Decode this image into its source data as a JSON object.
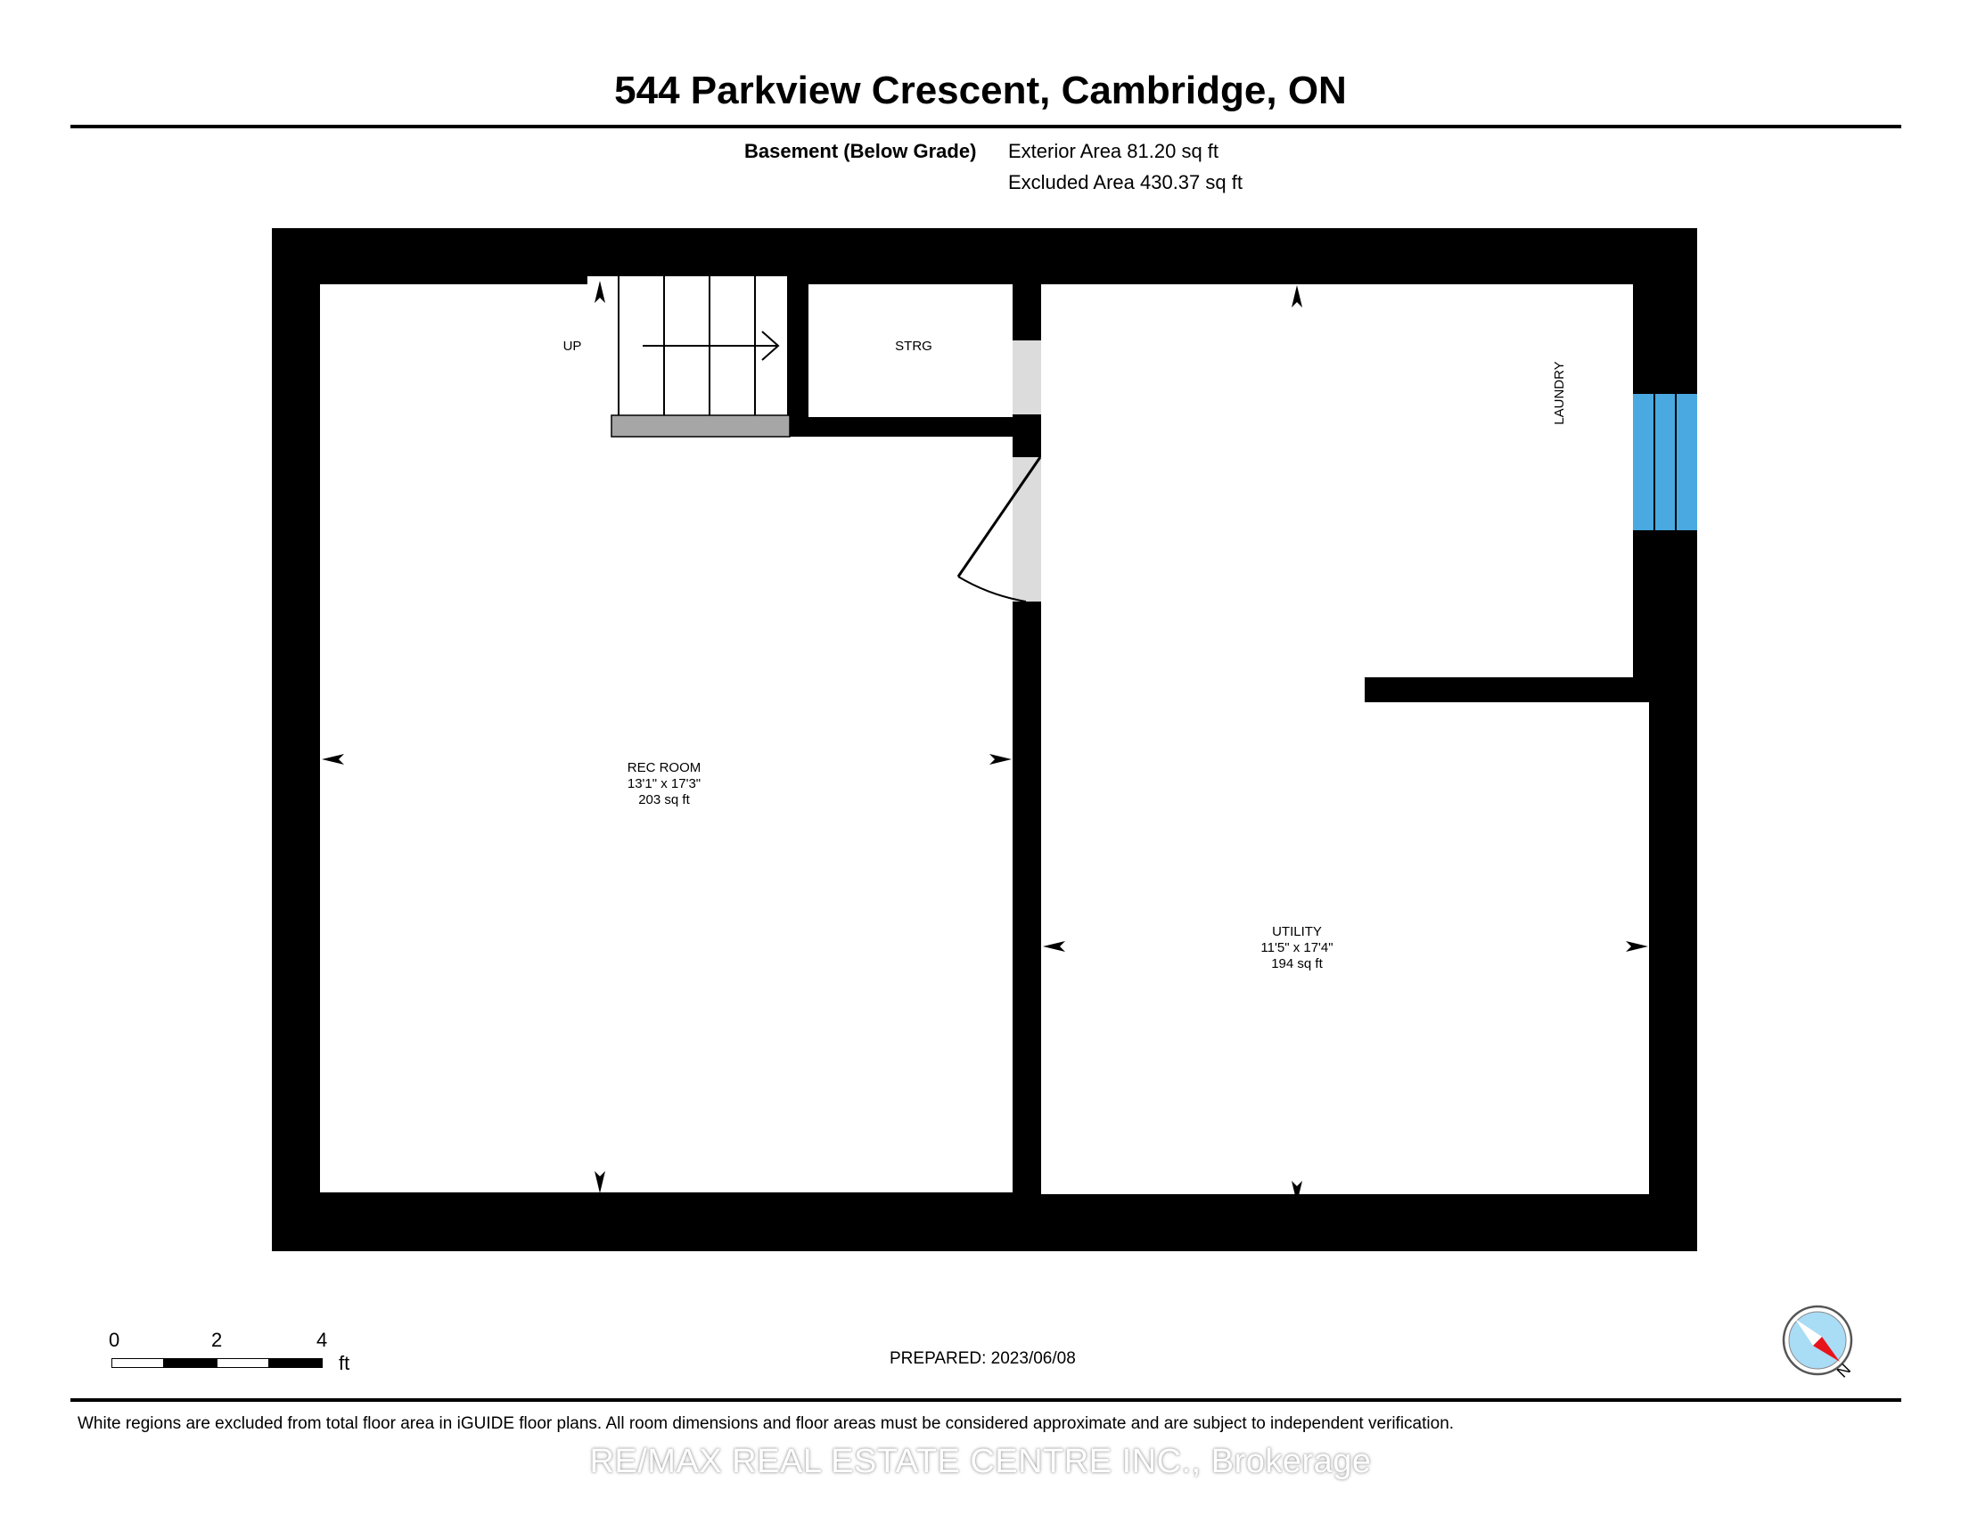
{
  "header": {
    "title": "544 Parkview Crescent, Cambridge, ON",
    "level_label": "Basement (Below Grade)",
    "exterior_area": "Exterior Area 81.20 sq ft",
    "excluded_area": "Excluded Area 430.37 sq ft"
  },
  "floorplan": {
    "stairs_label": "UP",
    "rooms": [
      {
        "name": "REC ROOM",
        "dimensions": "13'1\" x 17'3\"",
        "area": "203 sq ft"
      },
      {
        "name": "UTILITY",
        "dimensions": "11'5\" x 17'4\"",
        "area": "194 sq ft"
      }
    ],
    "storage_label": "STRG",
    "laundry_label": "LAUNDRY",
    "window_color": "#4aa9e0"
  },
  "scale_bar": {
    "ticks": [
      "0",
      "2",
      "4"
    ],
    "unit": "ft"
  },
  "prepared": "PREPARED: 2023/06/08",
  "compass": {
    "north_label": "N",
    "needle_color": "#e8141b",
    "dial_color": "#a9dcf5"
  },
  "footer_note": "White regions are excluded from total floor area in iGUIDE floor plans. All room dimensions and floor areas must be considered approximate and are subject to independent verification.",
  "watermark": "RE/MAX REAL ESTATE CENTRE INC., Brokerage"
}
